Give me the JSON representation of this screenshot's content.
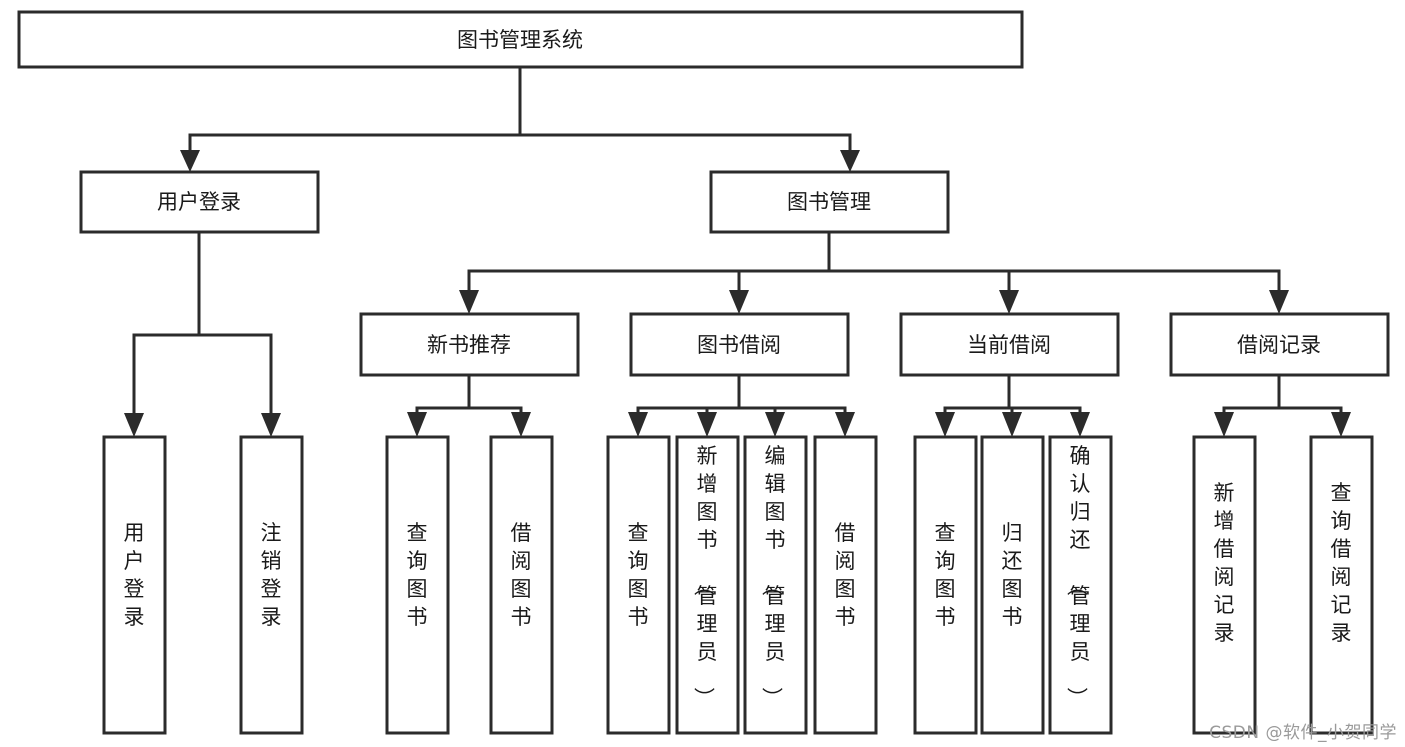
{
  "diagram": {
    "title": "图书管理系统",
    "watermark": "CSDN @软件_小贺同学",
    "colors": {
      "stroke": "#2b2b2b",
      "fill": "#ffffff",
      "text": "#1a1a1a",
      "watermark": "#9a9a9a",
      "background": "#ffffff"
    },
    "root": {
      "label": "图书管理系统"
    },
    "level2": [
      {
        "label": "用户登录"
      },
      {
        "label": "图书管理"
      }
    ],
    "level3": [
      {
        "label": "新书推荐"
      },
      {
        "label": "图书借阅"
      },
      {
        "label": "当前借阅"
      },
      {
        "label": "借阅记录"
      }
    ],
    "leaves": {
      "user_login": [
        {
          "label": "用户登录"
        },
        {
          "label": "注销登录"
        }
      ],
      "new_book_recommend": [
        {
          "label": "查询图书"
        },
        {
          "label": "借阅图书"
        }
      ],
      "book_borrow": [
        {
          "label": "查询图书"
        },
        {
          "label": "新增图书（管理员）"
        },
        {
          "label": "编辑图书（管理员）"
        },
        {
          "label": "借阅图书"
        }
      ],
      "current_borrow": [
        {
          "label": "查询图书"
        },
        {
          "label": "归还图书"
        },
        {
          "label": "确认归还（管理员）"
        }
      ],
      "borrow_record": [
        {
          "label": "新增借阅记录"
        },
        {
          "label": "查询借阅记录"
        }
      ]
    }
  }
}
